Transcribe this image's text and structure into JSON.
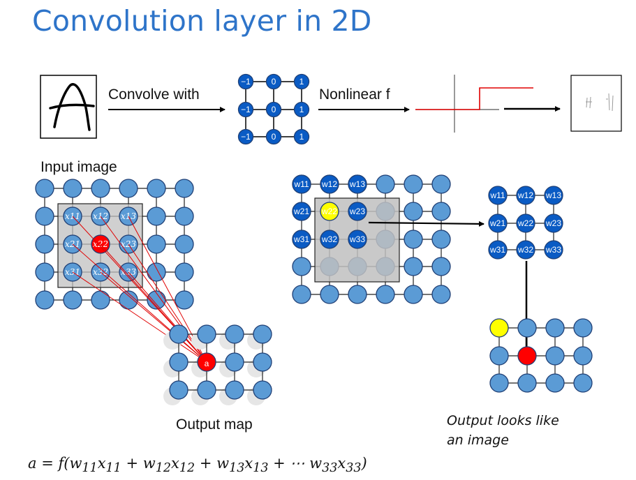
{
  "title": "Convolution layer in 2D",
  "top_row": {
    "convolve_label": "Convolve with",
    "nonlinear_label": "Nonlinear f",
    "kernel_values": [
      "−1",
      "0",
      "1",
      "−1",
      "0",
      "1",
      "−1",
      "0",
      "1"
    ],
    "input_glyph": "A"
  },
  "left_panel": {
    "input_label": "Input image",
    "x_labels": [
      [
        "x11",
        "x12",
        "x13"
      ],
      [
        "x21",
        "x22",
        "x23"
      ],
      [
        "x31",
        "x32",
        "x33"
      ]
    ],
    "output_node_label": "a",
    "output_label": "Output map"
  },
  "right_panel": {
    "w_labels": [
      [
        "w11",
        "w12",
        "w13"
      ],
      [
        "w21",
        "w22",
        "w23"
      ],
      [
        "w31",
        "w32",
        "w33"
      ]
    ],
    "output_caption_line1": "Output looks like",
    "output_caption_line2": "an image"
  },
  "formula": "a = f(w11x11 + w12x12 + w13x13 + ⋯ w33x33)",
  "colors": {
    "title": "#2E74C9",
    "node_fill": "#5B9BD5",
    "node_dark": "#0A5BC4",
    "highlight_red": "#FF0000",
    "highlight_yellow": "#FFFF00",
    "window_gray": "#BFBFBF"
  }
}
